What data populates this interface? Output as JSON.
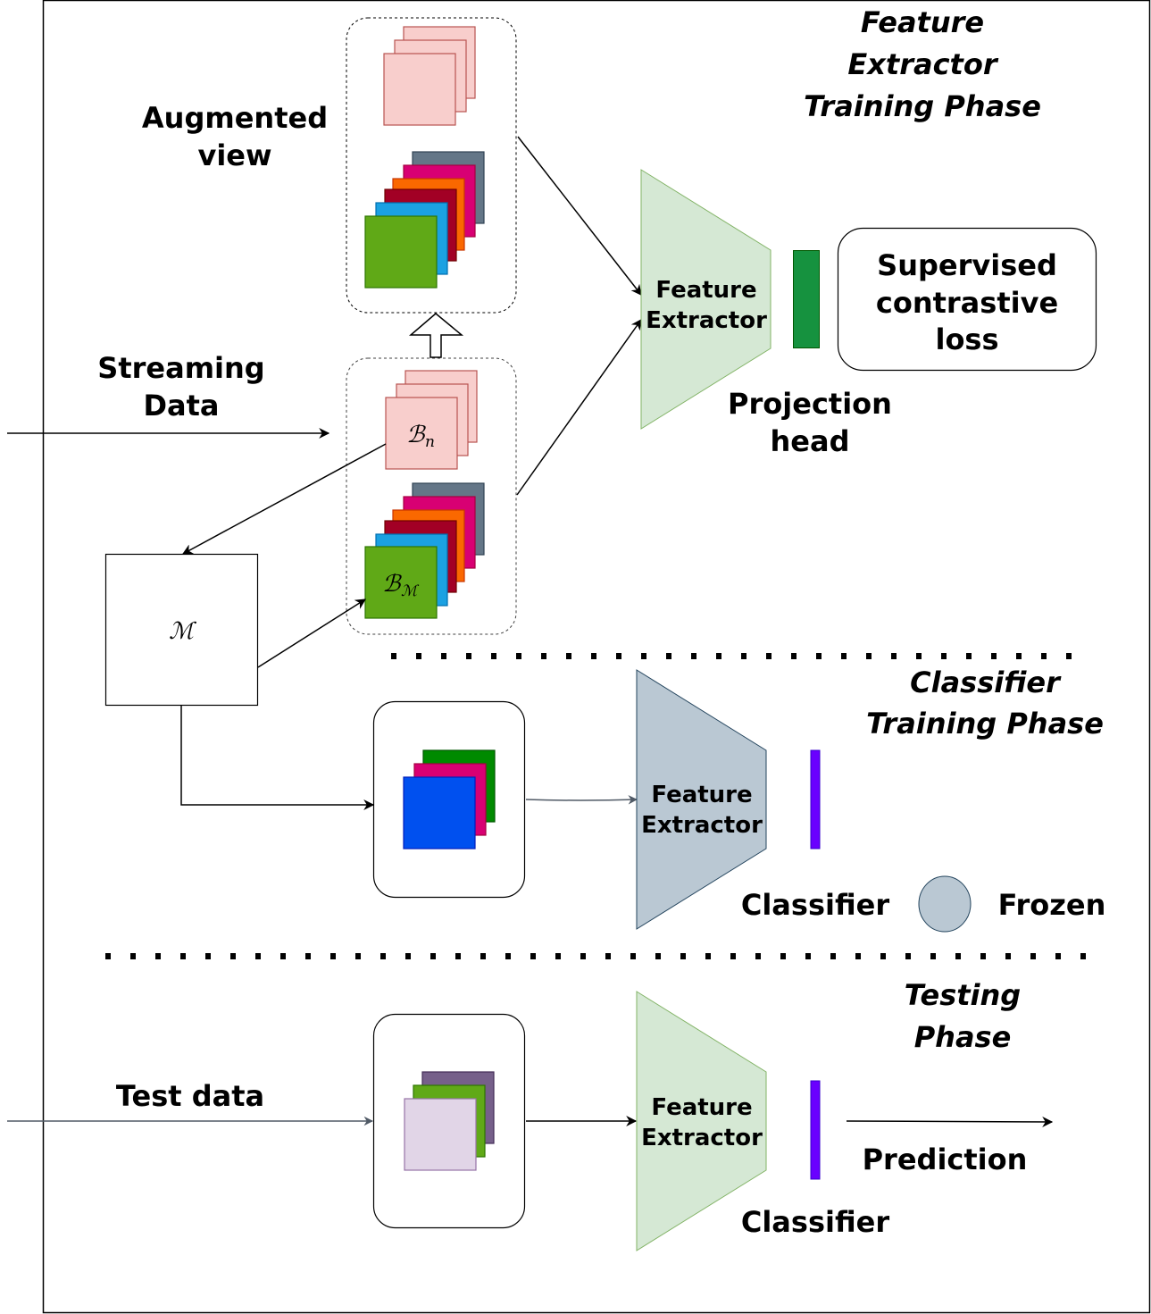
{
  "phases": {
    "feature_training": {
      "title_lines": [
        "Feature",
        "Extractor",
        "Training Phase"
      ],
      "augmented_view_label": [
        "Augmented",
        "view"
      ],
      "streaming_data_label": [
        "Streaming",
        "Data"
      ],
      "batch_new_symbol": "ℬ",
      "batch_new_subscript": "n",
      "batch_memory_symbol": "ℬ",
      "batch_memory_subscript": "ℳ",
      "memory_symbol": "ℳ",
      "feature_extractor_label": [
        "Feature",
        "Extractor"
      ],
      "projection_head_label": [
        "Projection",
        "head"
      ],
      "loss_label": [
        "Supervised",
        "contrastive",
        "loss"
      ]
    },
    "classifier_training": {
      "title_lines": [
        "Classifier",
        "Training Phase"
      ],
      "feature_extractor_label": [
        "Feature",
        "Extractor"
      ],
      "classifier_label": "Classifier",
      "legend_frozen_label": "Frozen"
    },
    "testing": {
      "title_lines": [
        "Testing",
        "Phase"
      ],
      "test_data_label": "Test data",
      "feature_extractor_label": [
        "Feature",
        "Extractor"
      ],
      "classifier_label": "Classifier",
      "prediction_label": "Prediction"
    }
  },
  "colors": {
    "extractor_trainable": "#d5e8d4",
    "extractor_trainable_stroke": "#82b366",
    "extractor_frozen": "#bac8d3",
    "extractor_frozen_stroke": "#23445d",
    "projection_head": "#16923f",
    "classifier": "#6a00ff",
    "new_batch_fill": "#f8cecc",
    "new_batch_stroke": "#b85450",
    "memory_stack": [
      "#647687",
      "#d80073",
      "#fa6800",
      "#a20025",
      "#1ba1e2",
      "#60a917"
    ],
    "classifier_stack": [
      "#008a00",
      "#d80073",
      "#0050ef"
    ],
    "test_stack": [
      "#76608a",
      "#60a917",
      "#e1d5e7"
    ]
  }
}
